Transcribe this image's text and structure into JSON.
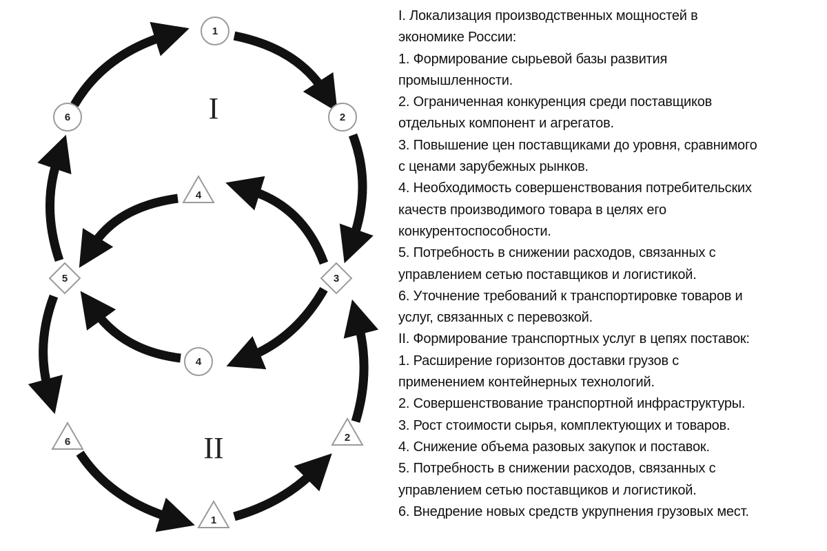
{
  "diagram": {
    "section_labels": {
      "top": "I",
      "bottom": "II"
    },
    "nodes": {
      "top_1": "1",
      "top_2": "2",
      "top_6": "6",
      "mid_4_upper": "4",
      "mid_4_lower": "4",
      "mid_5": "5",
      "mid_3": "3",
      "bottom_6": "6",
      "bottom_2": "2",
      "bottom_1": "1"
    },
    "arrow_color": "#111111",
    "node_stroke_color": "#9a9a9a"
  },
  "legend": [
    "I. Локализация производственных мощностей в",
    "экономике России:",
    "1. Формирование сырьевой базы развития",
    "промышленности.",
    "2. Ограниченная конкуренция среди поставщиков",
    "отдельных компонент и агрегатов.",
    "3. Повышение цен поставщиками до уровня, сравнимого",
    "с ценами зарубежных рынков.",
    "4. Необходимость совершенствования потребительских",
    "качеств производимого товара в целях его",
    "конкурентоспособности.",
    "5. Потребность в снижении расходов, связанных с",
    "управлением сетью поставщиков и логистикой.",
    "6. Уточнение требований к транспортировке товаров и",
    "услуг, связанных с перевозкой.",
    "II. Формирование транспортных услуг в цепях поставок:",
    "1. Расширение горизонтов доставки грузов с",
    "применением контейнерных технологий.",
    "2. Совершенствование транспортной инфраструктуры.",
    "3. Рост стоимости сырья, комплектующих и товаров.",
    "4. Снижение объема разовых закупок и поставок.",
    "5. Потребность в снижении расходов, связанных с",
    "управлением сетью поставщиков и логистикой.",
    "6. Внедрение новых средств укрупнения грузовых мест."
  ]
}
